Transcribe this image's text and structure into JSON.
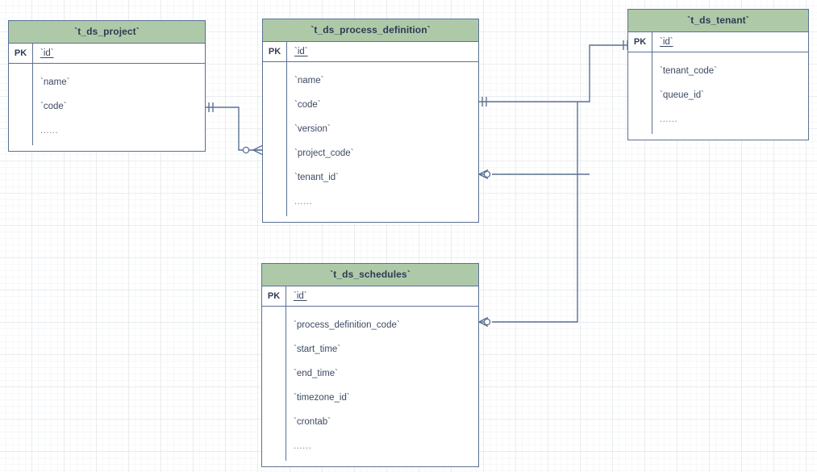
{
  "diagram": {
    "type": "entity-relationship-diagram",
    "notation": "crows-foot",
    "colors": {
      "header_fill": "#aec9a8",
      "border": "#5b7194",
      "text": "#3d4a63",
      "grid_minor": "#f7f8f9",
      "grid_major": "#e9ecef",
      "canvas": "#ffffff"
    },
    "pk_label": "PK",
    "ellipsis": "......"
  },
  "entities": [
    {
      "id": "t_ds_project",
      "title": "`t_ds_project`",
      "pk": {
        "tag": "PK",
        "field": "`id`"
      },
      "fields": [
        "`name`",
        "`code`",
        "......"
      ]
    },
    {
      "id": "t_ds_process_definition",
      "title": "`t_ds_process_definition`",
      "pk": {
        "tag": "PK",
        "field": "`id`"
      },
      "fields": [
        "`name`",
        "`code`",
        "`version`",
        "`project_code`",
        "`tenant_id`",
        "......"
      ]
    },
    {
      "id": "t_ds_tenant",
      "title": "`t_ds_tenant`",
      "pk": {
        "tag": "PK",
        "field": "`id`"
      },
      "fields": [
        "`tenant_code`",
        "`queue_id`",
        "......"
      ]
    },
    {
      "id": "t_ds_schedules",
      "title": "`t_ds_schedules`",
      "pk": {
        "tag": "PK",
        "field": "`id`"
      },
      "fields": [
        "`process_definition_code`",
        "`start_time`",
        "`end_time`",
        "`timezone_id`",
        "`crontab`",
        "......"
      ]
    }
  ],
  "relationships": [
    {
      "name": "project-to-process-definition",
      "from": "t_ds_project",
      "to": "t_ds_process_definition",
      "from_cardinality": "exactly-one",
      "to_cardinality": "zero-or-many"
    },
    {
      "name": "process-definition-to-tenant",
      "from": "t_ds_process_definition",
      "to": "t_ds_tenant",
      "from_cardinality": "exactly-one",
      "to_cardinality": "exactly-one"
    },
    {
      "name": "tenant-to-process-definition",
      "from": "t_ds_tenant",
      "to": "t_ds_process_definition",
      "from_cardinality": "exactly-one",
      "to_cardinality": "zero-or-many"
    },
    {
      "name": "process-definition-to-schedules",
      "from": "t_ds_process_definition",
      "to": "t_ds_schedules",
      "from_cardinality": "exactly-one",
      "to_cardinality": "zero-or-many"
    }
  ]
}
